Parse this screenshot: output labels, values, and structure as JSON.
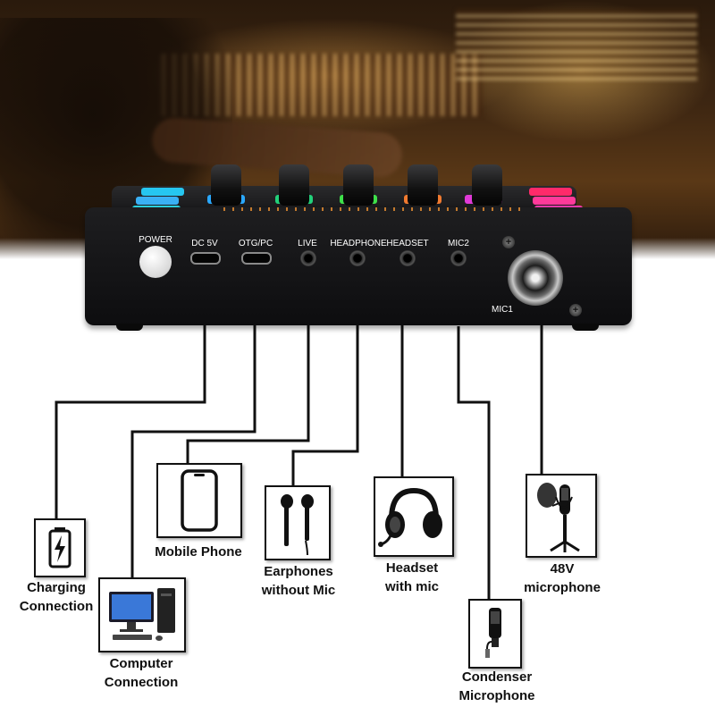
{
  "device": {
    "ports": {
      "power": "POWER",
      "dc5v": "DC 5V",
      "otg_pc": "OTG/PC",
      "live": "LIVE",
      "headphone": "HEADPHONE",
      "headset": "HEADSET",
      "mic2": "MIC2",
      "mic1": "MIC1"
    },
    "knob_colors": [
      "#2aa8ff",
      "#22d07a",
      "#3ee04a",
      "#f07a30",
      "#e03ad8"
    ],
    "pad_colors_left": "#26c6f0",
    "pad_colors_right": "#ff2a8a"
  },
  "accessories": {
    "charging": {
      "line1": "Charging",
      "line2": "Connection",
      "icon": "battery-charging-icon"
    },
    "computer": {
      "line1": "Computer",
      "line2": "Connection",
      "icon": "desktop-computer-icon"
    },
    "mobile": {
      "line1": "Mobile Phone",
      "icon": "mobile-phone-icon"
    },
    "earphones": {
      "line1": "Earphones",
      "line2": "without Mic",
      "icon": "earphones-icon"
    },
    "headset": {
      "line1": "Headset",
      "line2": "with mic",
      "icon": "headset-icon"
    },
    "condenser": {
      "line1": "Condenser",
      "line2": "Microphone",
      "icon": "condenser-microphone-icon"
    },
    "mic48v": {
      "line1": "48V",
      "line2": "microphone",
      "icon": "studio-microphone-icon"
    }
  }
}
